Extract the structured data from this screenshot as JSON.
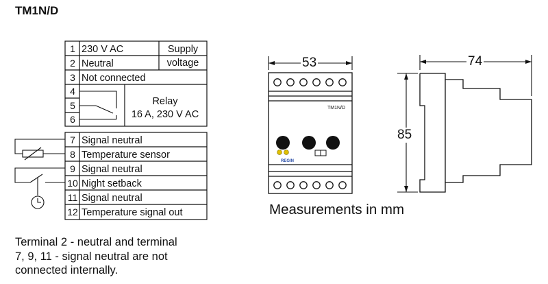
{
  "title": "TM1N/D",
  "terminals": [
    {
      "num": "1",
      "label": "230 V AC"
    },
    {
      "num": "2",
      "label": "Neutral"
    },
    {
      "num": "3",
      "label": "Not connected"
    },
    {
      "num": "4",
      "label": ""
    },
    {
      "num": "5",
      "label": ""
    },
    {
      "num": "6",
      "label": ""
    },
    {
      "num": "7",
      "label": "Signal neutral"
    },
    {
      "num": "8",
      "label": "Temperature sensor"
    },
    {
      "num": "9",
      "label": "Signal neutral"
    },
    {
      "num": "10",
      "label": "Night setback"
    },
    {
      "num": "11",
      "label": "Signal neutral"
    },
    {
      "num": "12",
      "label": "Temperature signal out"
    }
  ],
  "supply": {
    "line1": "Supply",
    "line2": "voltage"
  },
  "relay": {
    "line1": "Relay",
    "line2": "16 A, 230 V AC"
  },
  "note_lines": [
    "Terminal 2 - neutral and terminal",
    "7, 9, 11 - signal neutral are not",
    "connected internally."
  ],
  "dimensions": {
    "width": "53",
    "depth": "74",
    "height": "85"
  },
  "device_label": "TM1N/D",
  "brand_label": "REGIN",
  "caption": "Measurements in mm"
}
